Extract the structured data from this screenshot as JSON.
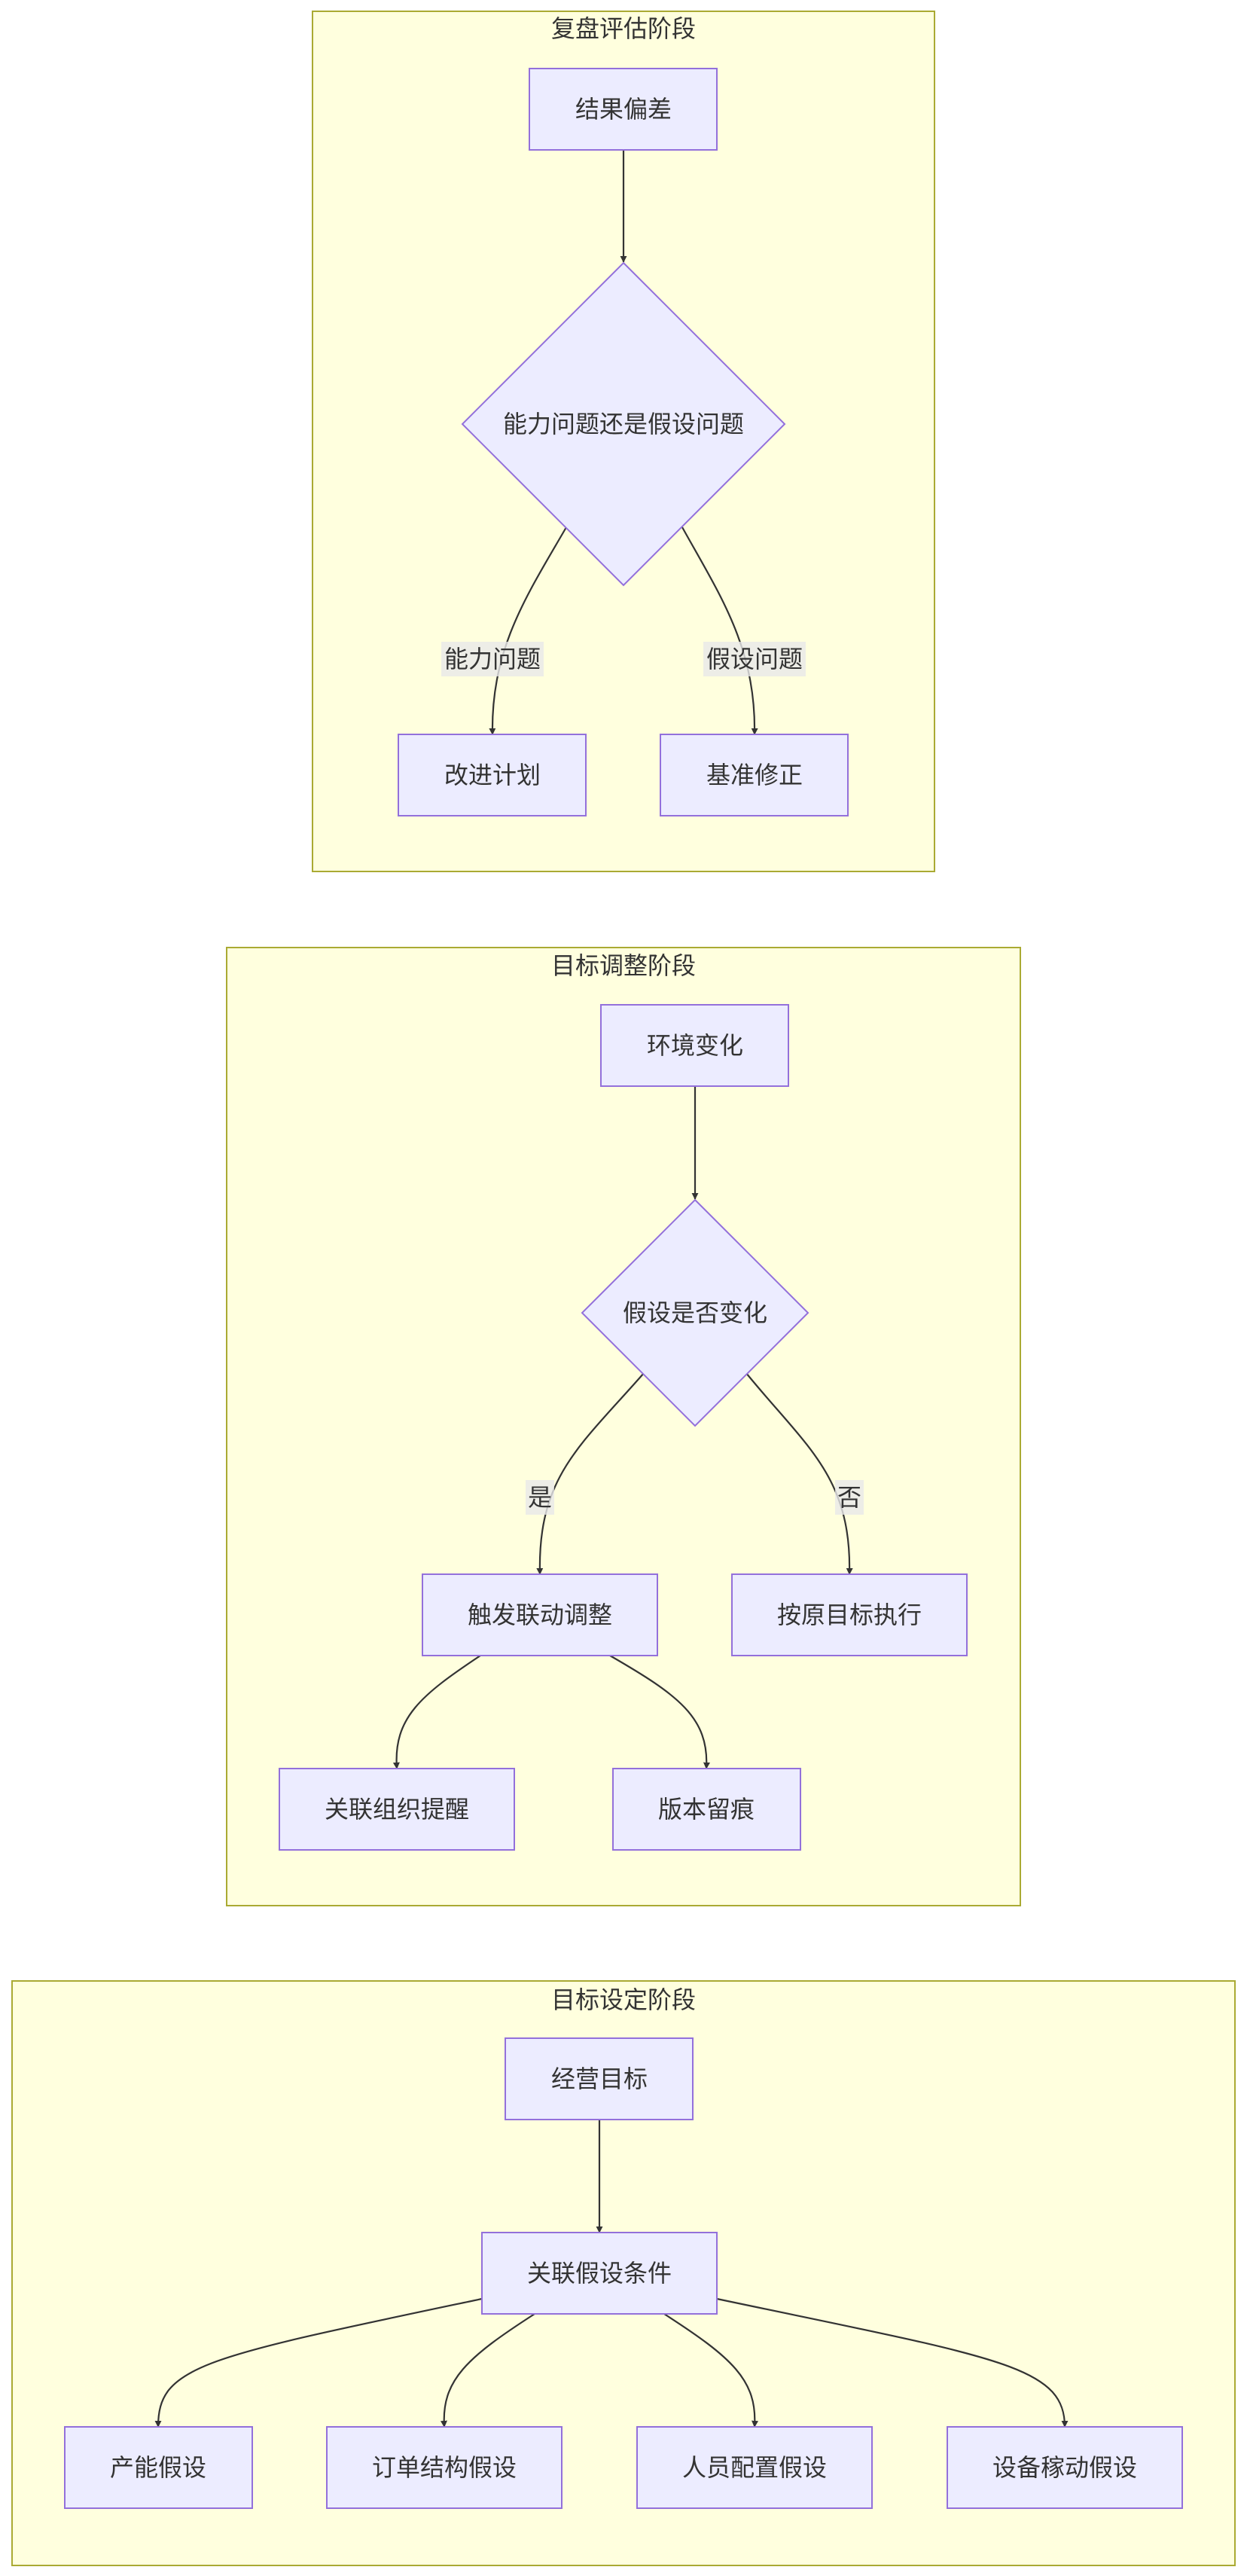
{
  "clusters": {
    "review": {
      "title": "复盘评估阶段"
    },
    "adjust": {
      "title": "目标调整阶段"
    },
    "setting": {
      "title": "目标设定阶段"
    }
  },
  "nodes": {
    "result_deviation": "结果偏差",
    "ability_or_assumption": "能力问题还是假设问题",
    "improvement_plan": "改进计划",
    "baseline_correction": "基准修正",
    "env_change": "环境变化",
    "assumption_changed": "假设是否变化",
    "trigger_adjust": "触发联动调整",
    "execute_original": "按原目标执行",
    "notify_related": "关联组织提醒",
    "version_trace": "版本留痕",
    "business_goal": "经营目标",
    "related_assumptions": "关联假设条件",
    "capacity_assumption": "产能假设",
    "order_structure_assumption": "订单结构假设",
    "staffing_assumption": "人员配置假设",
    "equipment_assumption": "设备稼动假设"
  },
  "edge_labels": {
    "ability_problem": "能力问题",
    "assumption_problem": "假设问题",
    "yes": "是",
    "no": "否"
  },
  "colors": {
    "cluster_fill": "#ffffde",
    "cluster_stroke": "#aaaa33",
    "node_fill": "#ececff",
    "node_stroke": "#9370db",
    "edge": "#333333",
    "text": "#333333"
  }
}
